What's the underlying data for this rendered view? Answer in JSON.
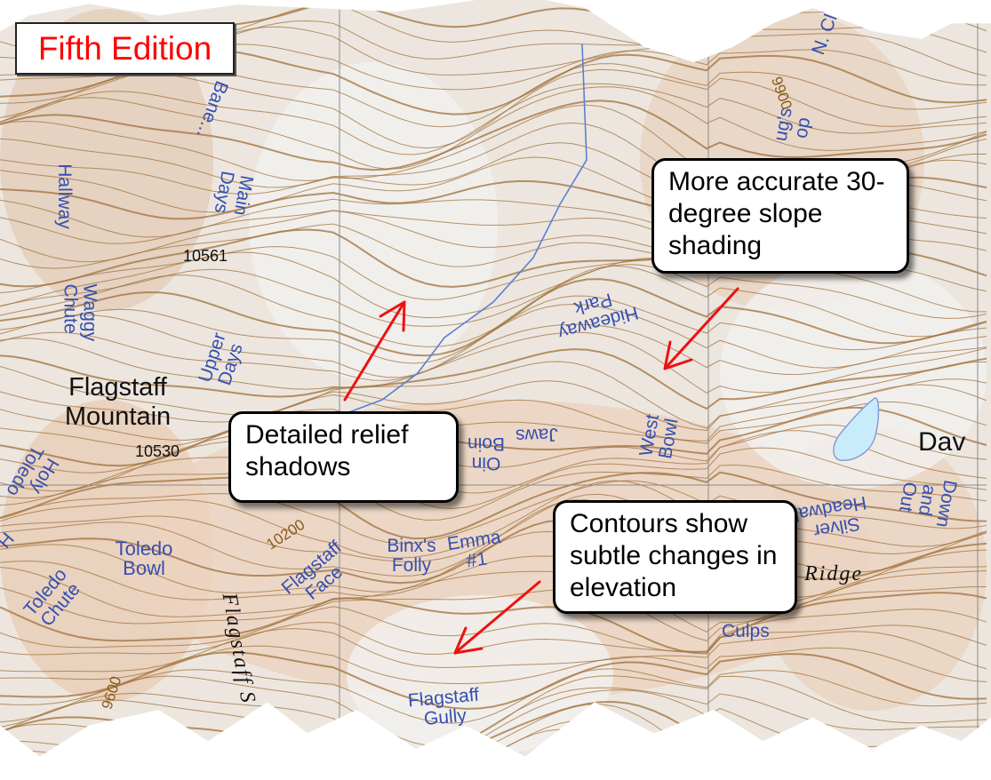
{
  "edition_label": "Fifth Edition",
  "callouts": [
    {
      "id": "slope",
      "text": "More accurate 30-degree slope shading"
    },
    {
      "id": "relief",
      "text": "Detailed relief shadows"
    },
    {
      "id": "contours",
      "text": "Contours show subtle changes in elevation"
    }
  ],
  "place_labels": {
    "bane": "Bane...",
    "hallway": "Hallway",
    "main_days": "Main Days",
    "waggy_chute": "Waggy Chute",
    "upper_days": "Upper Days",
    "hideaway_park": "Hideaway Park",
    "west_bowl": "West Bowl",
    "jaws": "Jaws",
    "oin_boin": "Oin Boin",
    "holy_toledo": "Holy Toledo",
    "toledo_bowl": "Toledo Bowl",
    "toledo_chute": "Toledo Chute",
    "flagstaff_face": "Flagstaff Face",
    "binxs_folly": "Binx's Folly",
    "emma_1": "Emma #1",
    "flagstaff_gully": "Flagstaff Gully",
    "culps": "Culps",
    "silver_headwall": "Silver Headwall",
    "down_and_out": "Down and Out",
    "dougs_loop": "ug's op",
    "n_cl": "N. Cl",
    "h": "H"
  },
  "feature_labels": {
    "flagstaff_mountain": "Flagstaff Mountain",
    "dav": "Dav",
    "ridge": "Ridge",
    "flagstaff_s": "Flagstaff S"
  },
  "elevations": {
    "peak_1": "10561",
    "peak_2": "10530",
    "contour_10200": "10200",
    "contour_9600": "9600",
    "contour_9900": "9900"
  },
  "colors": {
    "contour": "#a0703a",
    "label": "#3550b0",
    "arrow": "#ee1111",
    "water": "#c8ecfa",
    "stream": "#5b7fd0"
  }
}
